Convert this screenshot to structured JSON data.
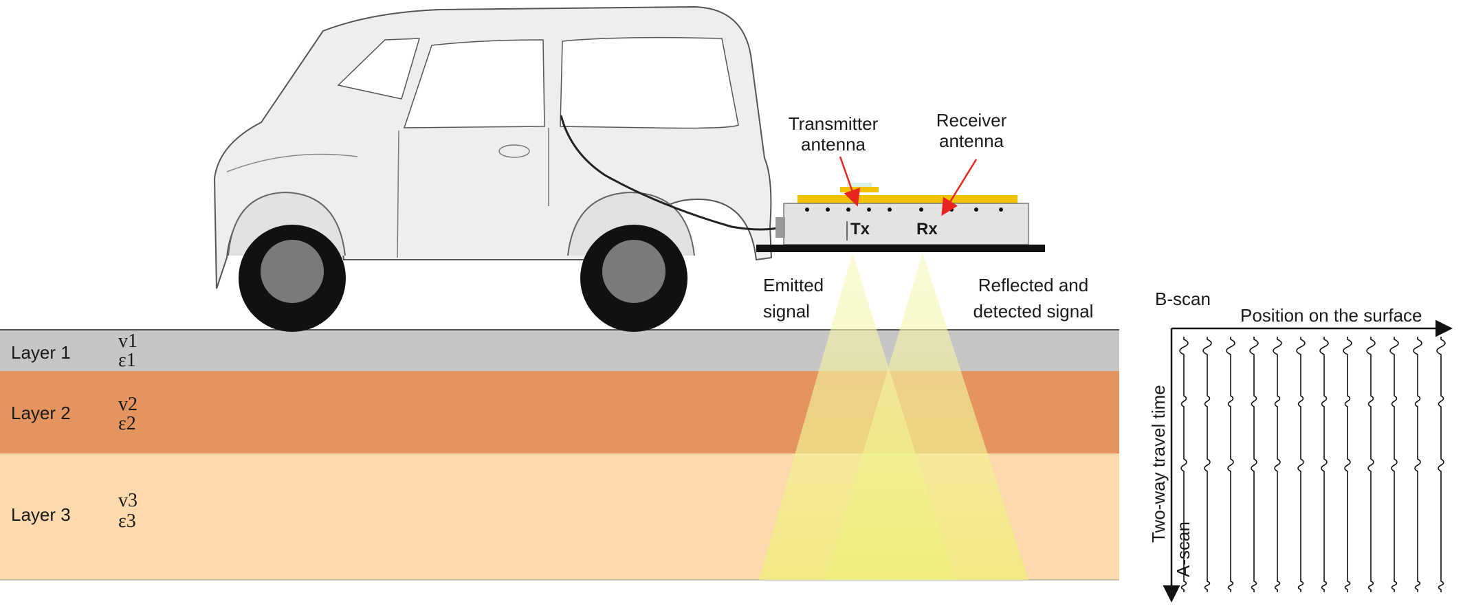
{
  "layers": [
    {
      "name": "Layer 1",
      "velocity": "v1",
      "permittivity": "ε1",
      "color": "#c6c6c6"
    },
    {
      "name": "Layer 2",
      "velocity": "v2",
      "permittivity": "ε2",
      "color": "#e4955f"
    },
    {
      "name": "Layer 3",
      "velocity": "v3",
      "permittivity": "ε3",
      "color": "#fdd9ae"
    }
  ],
  "antennas": {
    "transmitter": {
      "label_line1": "Transmitter",
      "label_line2": "antenna",
      "short": "Tx"
    },
    "receiver": {
      "label_line1": "Receiver",
      "label_line2": "antenna",
      "short": "Rx"
    }
  },
  "signals": {
    "emitted_line1": "Emitted",
    "emitted_line2": "signal",
    "reflected_line1": "Reflected and",
    "reflected_line2": "detected signal",
    "beam_color": "#f3f38a"
  },
  "bscan": {
    "title": "B-scan",
    "x_axis_label": "Position on the surface",
    "y_axis_label": "Two-way travel time",
    "trace_label": "A-scan",
    "trace_count": 12
  },
  "colors": {
    "arrow": "#e8261f",
    "antenna_top": "#f2c200",
    "car_body": "#eeeeee",
    "tire": "#111111",
    "hub": "#7a7a7a"
  }
}
